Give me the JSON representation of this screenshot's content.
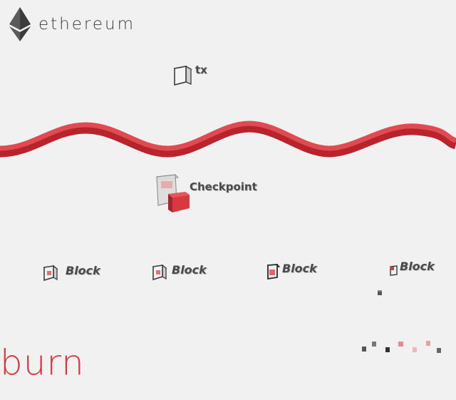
{
  "brand": {
    "name": "ethereum",
    "logo_icon": "ethereum-diamond-icon"
  },
  "footer": {
    "brand": "burn",
    "color": "#d8393f"
  },
  "tx": {
    "label": "tx"
  },
  "checkpoint": {
    "label": "Checkpoint"
  },
  "blocks": [
    {
      "label": "Block"
    },
    {
      "label": "Block"
    },
    {
      "label": "Block"
    },
    {
      "label": "Block"
    }
  ],
  "colors": {
    "accent": "#d8393f",
    "cube": "#4a4a4a",
    "background": "#f1f1f1"
  }
}
